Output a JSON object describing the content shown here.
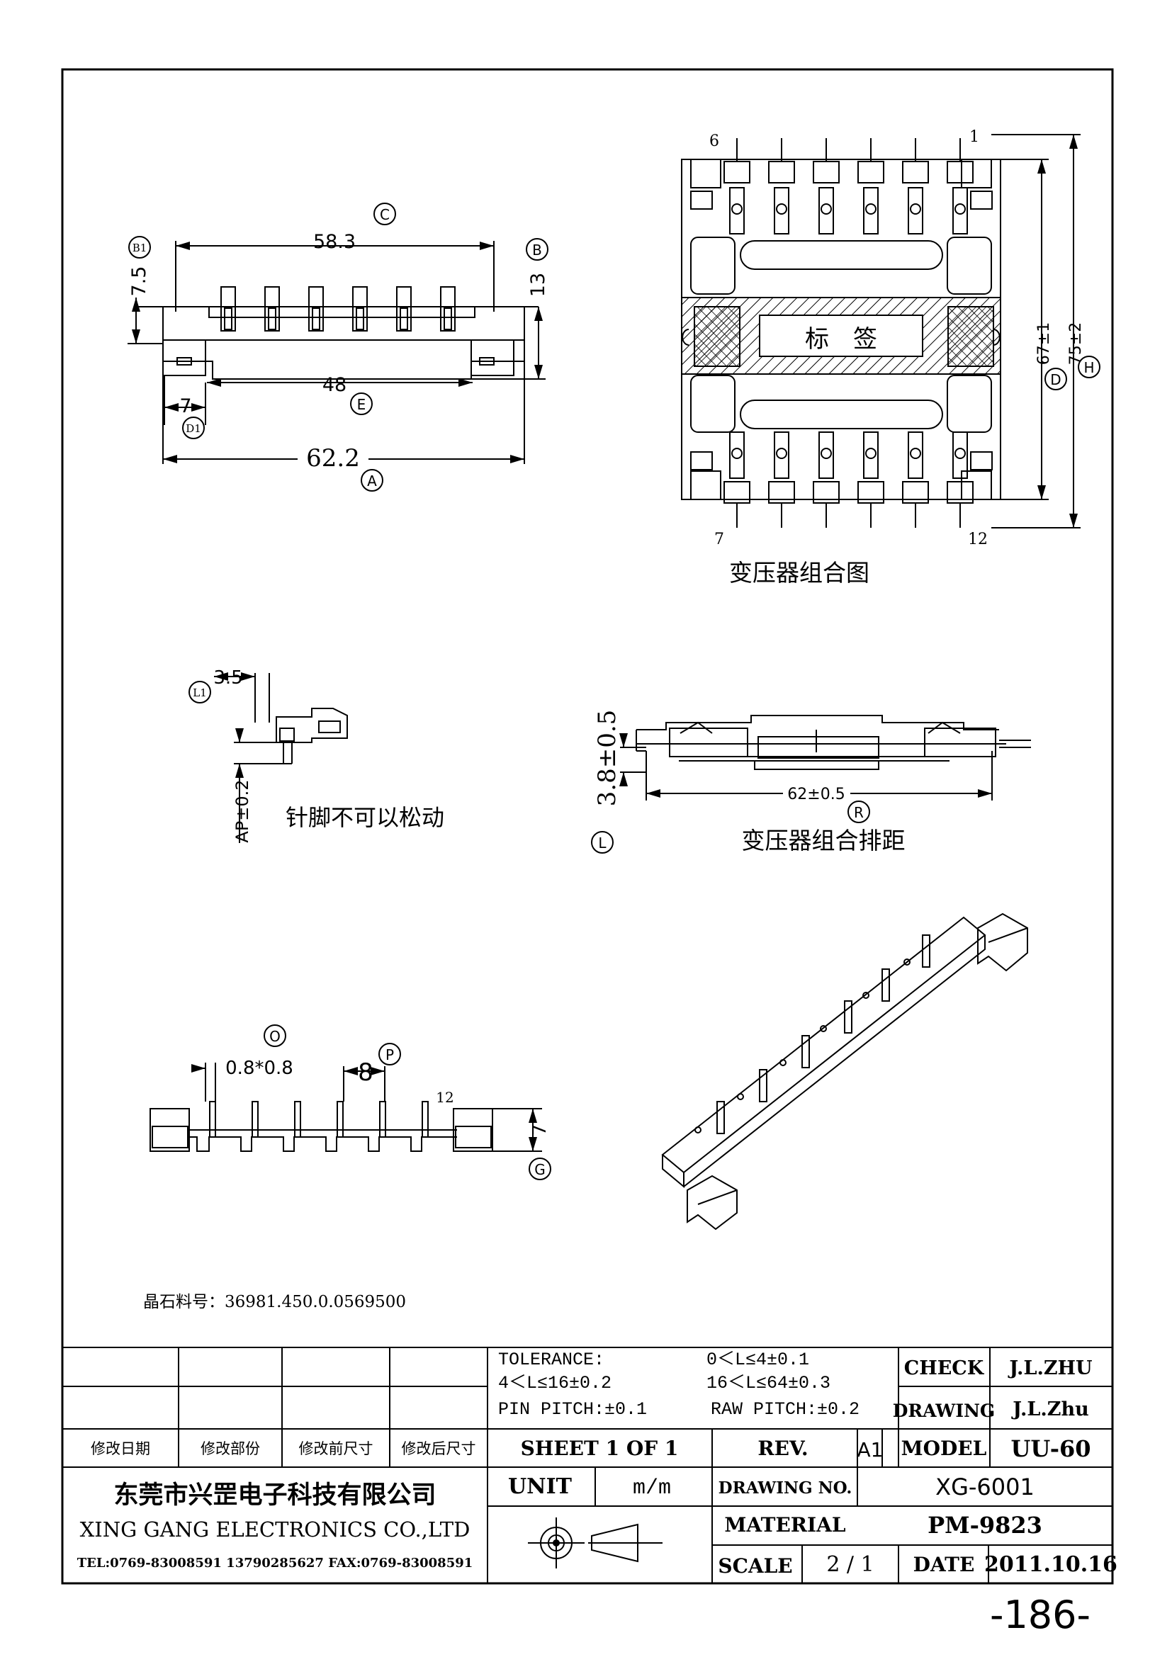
{
  "dims": {
    "c": "C",
    "c_val": "58.3",
    "b1": "B1",
    "b1_val": "7.5",
    "b": "B",
    "b_val": "13",
    "e": "E",
    "e_val": "48",
    "d1": "D1",
    "d1_val": "7",
    "a": "A",
    "a_val": "62.2",
    "d": "D",
    "d_val": "67±1",
    "h": "H",
    "h_val": "75±2",
    "l1": "L1",
    "l1_val": "3.5",
    "ap_val": "AP±0.2",
    "l": "L",
    "l_val": "3.8±0.5",
    "r": "R",
    "r_val": "62±0.5",
    "o": "O",
    "o_val": "0.8*0.8",
    "p": "P",
    "p_val": "8",
    "g": "G",
    "g_val": "7"
  },
  "top_view": {
    "pin_6": "6",
    "pin_1": "1",
    "pin_7": "7",
    "pin_12": "12",
    "label_text": "标　签",
    "caption": "变压器组合图"
  },
  "side_view": {
    "note": "针脚不可以松动",
    "caption": "变压器组合排距"
  },
  "bottom_view": {
    "pin_12": "12"
  },
  "material_code": "晶石料号：36981.450.0.0569500",
  "title_block": {
    "tolerance_label": "TOLERANCE:",
    "tol_1": "0＜L≤4±0.1",
    "tol_2": "4＜L≤16±0.2",
    "tol_3": "16＜L≤64±0.3",
    "pin_pitch": "PIN PITCH:±0.1",
    "raw_pitch": "RAW PITCH:±0.2",
    "check_label": "CHECK",
    "check_value": "J.L.ZHU",
    "drawing_label": "DRAWING",
    "drawing_value": "J.L.Zhu",
    "rev_col_1": "修改日期",
    "rev_col_2": "修改部份",
    "rev_col_3": "修改前尺寸",
    "rev_col_4": "修改后尺寸",
    "sheet": "SHEET 1 OF 1",
    "rev_label": "REV.",
    "rev_value": "A1",
    "model_label": "MODEL",
    "model_value": "UU-60",
    "company_cn": "东莞市兴罡电子科技有限公司",
    "company_en": "XING GANG ELECTRONICS CO.,LTD",
    "contact": "TEL:0769-83008591 13790285627 FAX:0769-83008591",
    "unit_label": "UNIT",
    "unit_value": "m/m",
    "drawing_no_label": "DRAWING NO.",
    "drawing_no_value": "XG-6001",
    "material_label": "MATERIAL",
    "material_value": "PM-9823",
    "scale_label": "SCALE",
    "scale_value": "2 / 1",
    "date_label": "DATE",
    "date_value": "2011.10.16"
  },
  "page_number": "-186-"
}
